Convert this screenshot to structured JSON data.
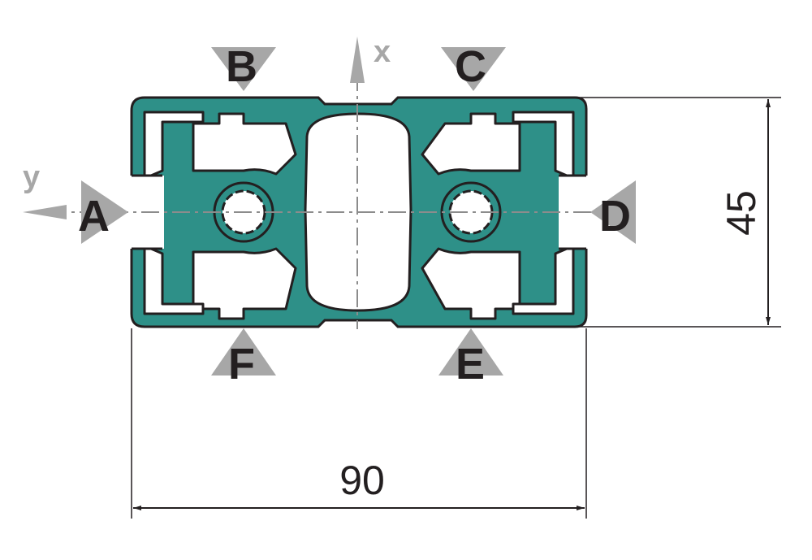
{
  "labels": {
    "A": "A",
    "B": "B",
    "C": "C",
    "D": "D",
    "E": "E",
    "F": "F"
  },
  "axes": {
    "x": "x",
    "y": "y"
  },
  "dimensions": {
    "width": "90",
    "height": "45"
  },
  "colors": {
    "profile": "#2e9088",
    "outline": "#231f20",
    "marker": "#a7a7a7",
    "centerline": "#8c8c8c",
    "background": "#ffffff"
  }
}
